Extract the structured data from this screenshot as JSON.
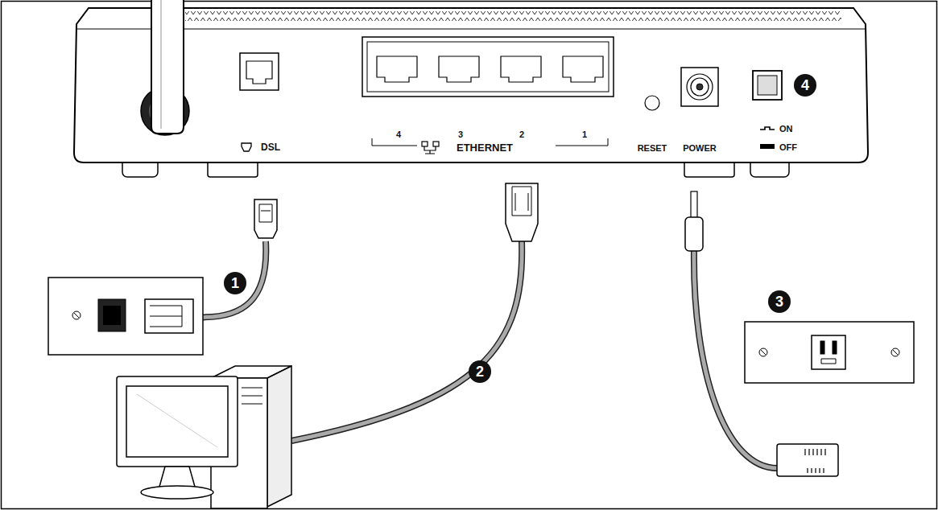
{
  "diagram": {
    "nodes": [
      {
        "text": [
          "1"
        ]
      },
      {
        "text": [
          "2"
        ]
      },
      {
        "text": [
          "3"
        ]
      },
      {
        "text": [
          "4"
        ]
      }
    ],
    "labels": [
      "DSL",
      "4",
      "3",
      "2",
      "1",
      "ETHERNET",
      "RESET",
      "POWER",
      "ON",
      "OFF"
    ]
  }
}
